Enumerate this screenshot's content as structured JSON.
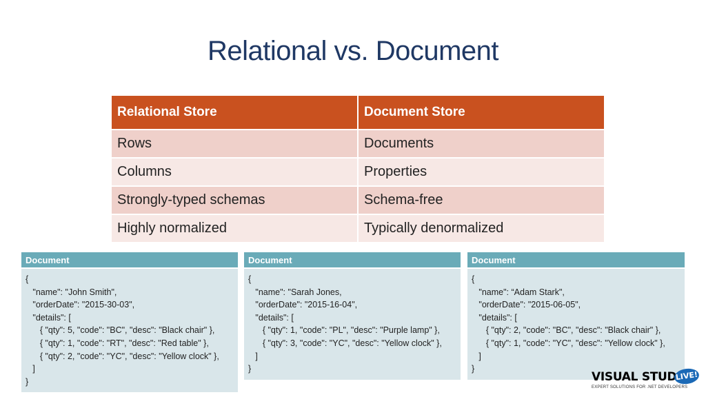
{
  "title": "Relational vs. Document",
  "table": {
    "headers": [
      "Relational Store",
      "Document Store"
    ],
    "rows": [
      [
        "Rows",
        "Documents"
      ],
      [
        "Columns",
        "Properties"
      ],
      [
        "Strongly-typed schemas",
        "Schema-free"
      ],
      [
        "Highly normalized",
        "Typically denormalized"
      ]
    ]
  },
  "documents": [
    {
      "header": "Document",
      "lines": [
        "{",
        "   \"name\": \"John Smith\",",
        "   \"orderDate\": \"2015-30-03\",",
        "   \"details\": [",
        "      { \"qty\": 5, \"code\": \"BC\", \"desc\": \"Black chair\" },",
        "      { \"qty\": 1, \"code\": \"RT\", \"desc\": \"Red table\" },",
        "      { \"qty\": 2, \"code\": \"YC\", \"desc\": \"Yellow clock\" },",
        "   ]",
        "}"
      ]
    },
    {
      "header": "Document",
      "lines": [
        "{",
        "   \"name\": \"Sarah Jones,",
        "   \"orderDate\": \"2015-16-04\",",
        "   \"details\": [",
        "      { \"qty\": 1, \"code\": \"PL\", \"desc\": \"Purple lamp\" },",
        "      { \"qty\": 3, \"code\": \"YC\", \"desc\": \"Yellow clock\" },",
        "   ]",
        "}"
      ]
    },
    {
      "header": "Document",
      "lines": [
        "{",
        "   \"name\": “Adam Stark\",",
        "   \"orderDate\": \"2015-06-05\",",
        "   \"details\": [",
        "      { \"qty\": 2, \"code\": \"BC\", \"desc\": \"Black chair\" },",
        "      { \"qty\": 1, \"code\": \"YC\", \"desc\": \"Yellow clock\" },",
        "   ]",
        "}"
      ]
    }
  ],
  "logo": {
    "main": "VISUAL STUDIO",
    "badge": "LIVE!",
    "tagline": "EXPERT SOLUTIONS FOR .NET DEVELOPERS"
  },
  "colors": {
    "title": "#1f3864",
    "table_header": "#c9511f",
    "row_dark": "#efd0ca",
    "row_light": "#f7e8e5",
    "doc_header": "#6aabb8",
    "doc_body": "#d9e6ea",
    "logo_badge": "#1b69b6"
  }
}
